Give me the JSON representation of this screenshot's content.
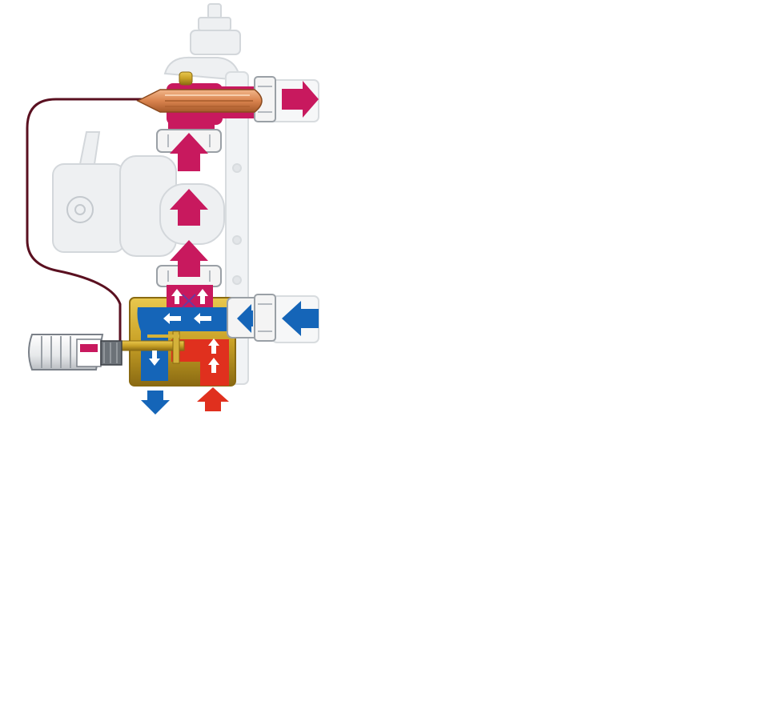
{
  "diagram": {
    "colors": {
      "background": "#ffffff",
      "supply_flow": "#c8195e",
      "return_flow": "#1565b8",
      "hot_inlet": "#e0301e",
      "brass": "#c9a227",
      "brass_dark": "#8a6a12",
      "capillary": "#5a1020",
      "ghost_body": "#e9ecef",
      "ghost_edge": "#c9ced4"
    },
    "components": [
      {
        "id": "pump",
        "icon": "circulation-pump"
      },
      {
        "id": "top-air-vent",
        "icon": "air-vent-cap"
      },
      {
        "id": "supply-tee",
        "icon": "pipe-tee"
      },
      {
        "id": "immersion-sensor",
        "icon": "temperature-probe"
      },
      {
        "id": "capillary-tube",
        "icon": "capillary-line"
      },
      {
        "id": "mixing-valve-body",
        "icon": "three-way-valve"
      },
      {
        "id": "thermostatic-head",
        "icon": "thermostatic-head"
      },
      {
        "id": "return-connection",
        "icon": "union-fitting"
      }
    ],
    "flows": [
      {
        "id": "supply-out",
        "direction": "right",
        "color": "supply_flow"
      },
      {
        "id": "supply-up",
        "direction": "up",
        "color": "supply_flow"
      },
      {
        "id": "return-in",
        "direction": "left",
        "color": "return_flow"
      },
      {
        "id": "return-down",
        "direction": "down",
        "color": "return_flow"
      },
      {
        "id": "hot-in",
        "direction": "up",
        "color": "hot_inlet"
      }
    ]
  }
}
